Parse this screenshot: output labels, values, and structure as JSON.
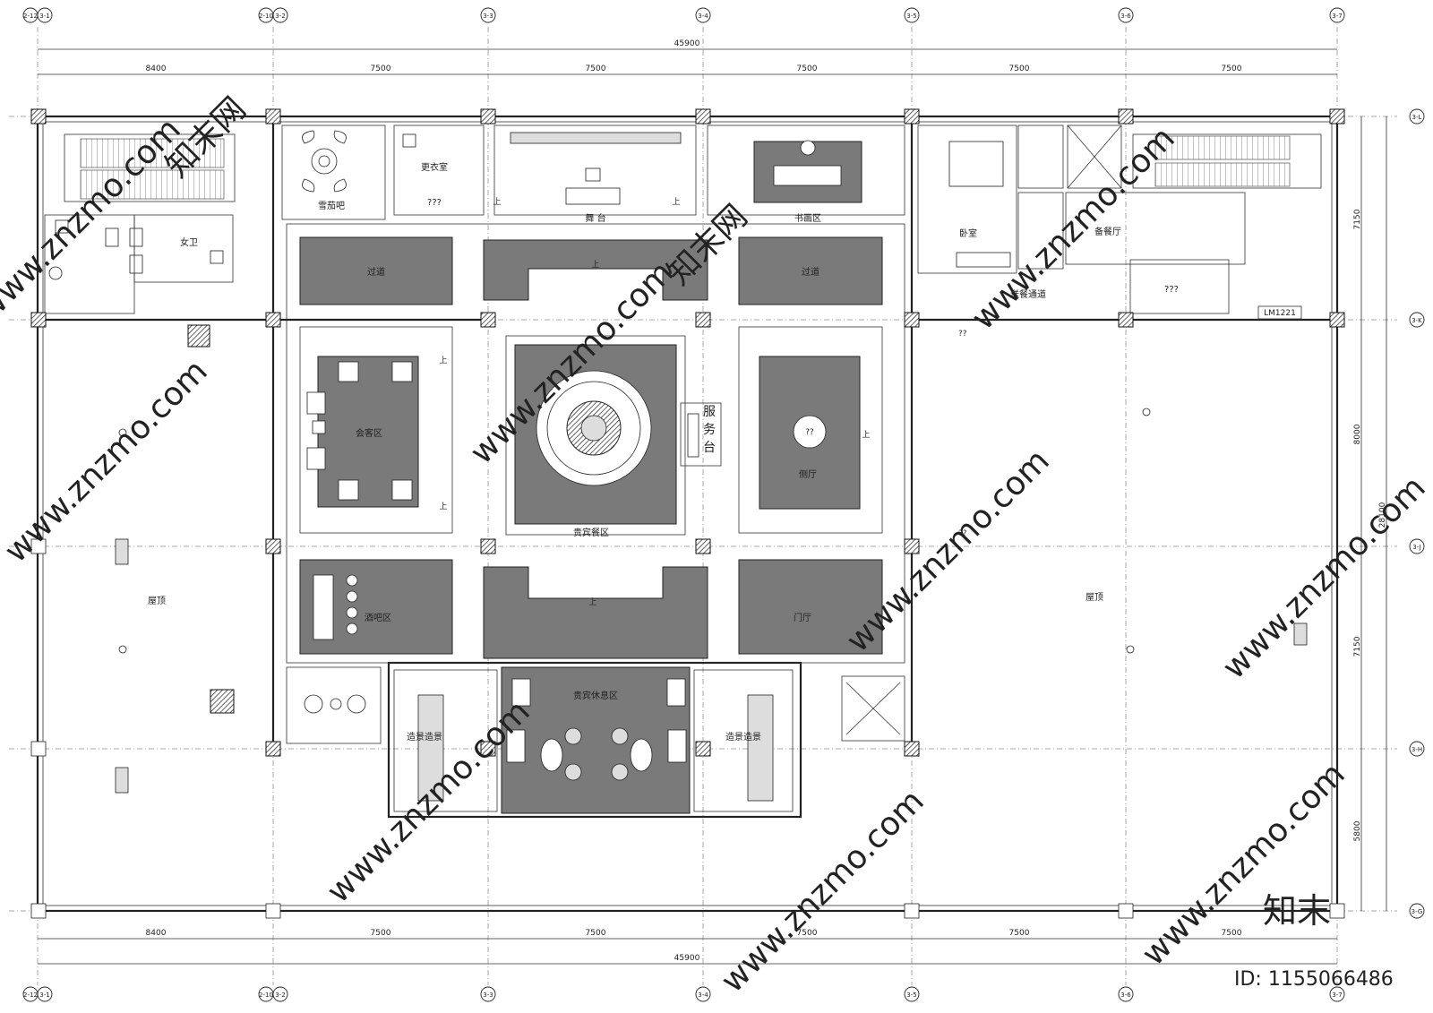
{
  "grids": {
    "vertical": [
      "2-12",
      "3-1",
      "2-10",
      "3-2",
      "3-3",
      "3-4",
      "3-5",
      "3-6",
      "3-7"
    ],
    "horizontal": [
      "3-L",
      "3-K",
      "3-J",
      "3-H",
      "3-G"
    ]
  },
  "dims": {
    "total_top": "45900",
    "total_bottom": "45900",
    "bays_top": [
      "8400",
      "7500",
      "7500",
      "7500",
      "7500",
      "7500"
    ],
    "bays_bottom": [
      "8400",
      "7500",
      "7500",
      "7500",
      "7500",
      "7500"
    ],
    "right_total": "28100",
    "right_segments": [
      "7150",
      "8000",
      "7150",
      "5800"
    ]
  },
  "rooms": {
    "cigar_bar": "雪茄吧",
    "changing_room": "更衣室",
    "unknown_1": "???",
    "stage": "舞  台",
    "calligraphy": "书画区",
    "womens_wc": "女卫",
    "bedroom": "卧室",
    "prep_hall": "备餐厅",
    "unknown_2": "???",
    "corridor_left": "过道",
    "corridor_right": "过道",
    "delivery_aisle": "送餐通道",
    "door_code": "LM1221",
    "meeting_area": "会客区",
    "service_desk_1": "服",
    "service_desk_2": "务",
    "service_desk_3": "台",
    "vip_dining": "贵宾餐区",
    "side_hall": "侧厅",
    "side_hall_mark": "??",
    "mark_right_1": "??",
    "mark_right_2": "??",
    "bar_area": "酒吧区",
    "foyer": "门厅",
    "vip_lounge": "贵宾休息区",
    "landscape_left": "造景造景",
    "landscape_right": "造景造景",
    "roof_left": "屋顶",
    "roof_right": "屋顶",
    "up_1": "上",
    "up_2": "上",
    "up_3": "上",
    "up_4": "上",
    "up_5": "上",
    "up_6": "上",
    "up_7": "上"
  },
  "watermarks": {
    "text": "www.znzmo.com",
    "text_cn": "知末网",
    "logo": "知末",
    "id": "ID: 1155066486"
  }
}
